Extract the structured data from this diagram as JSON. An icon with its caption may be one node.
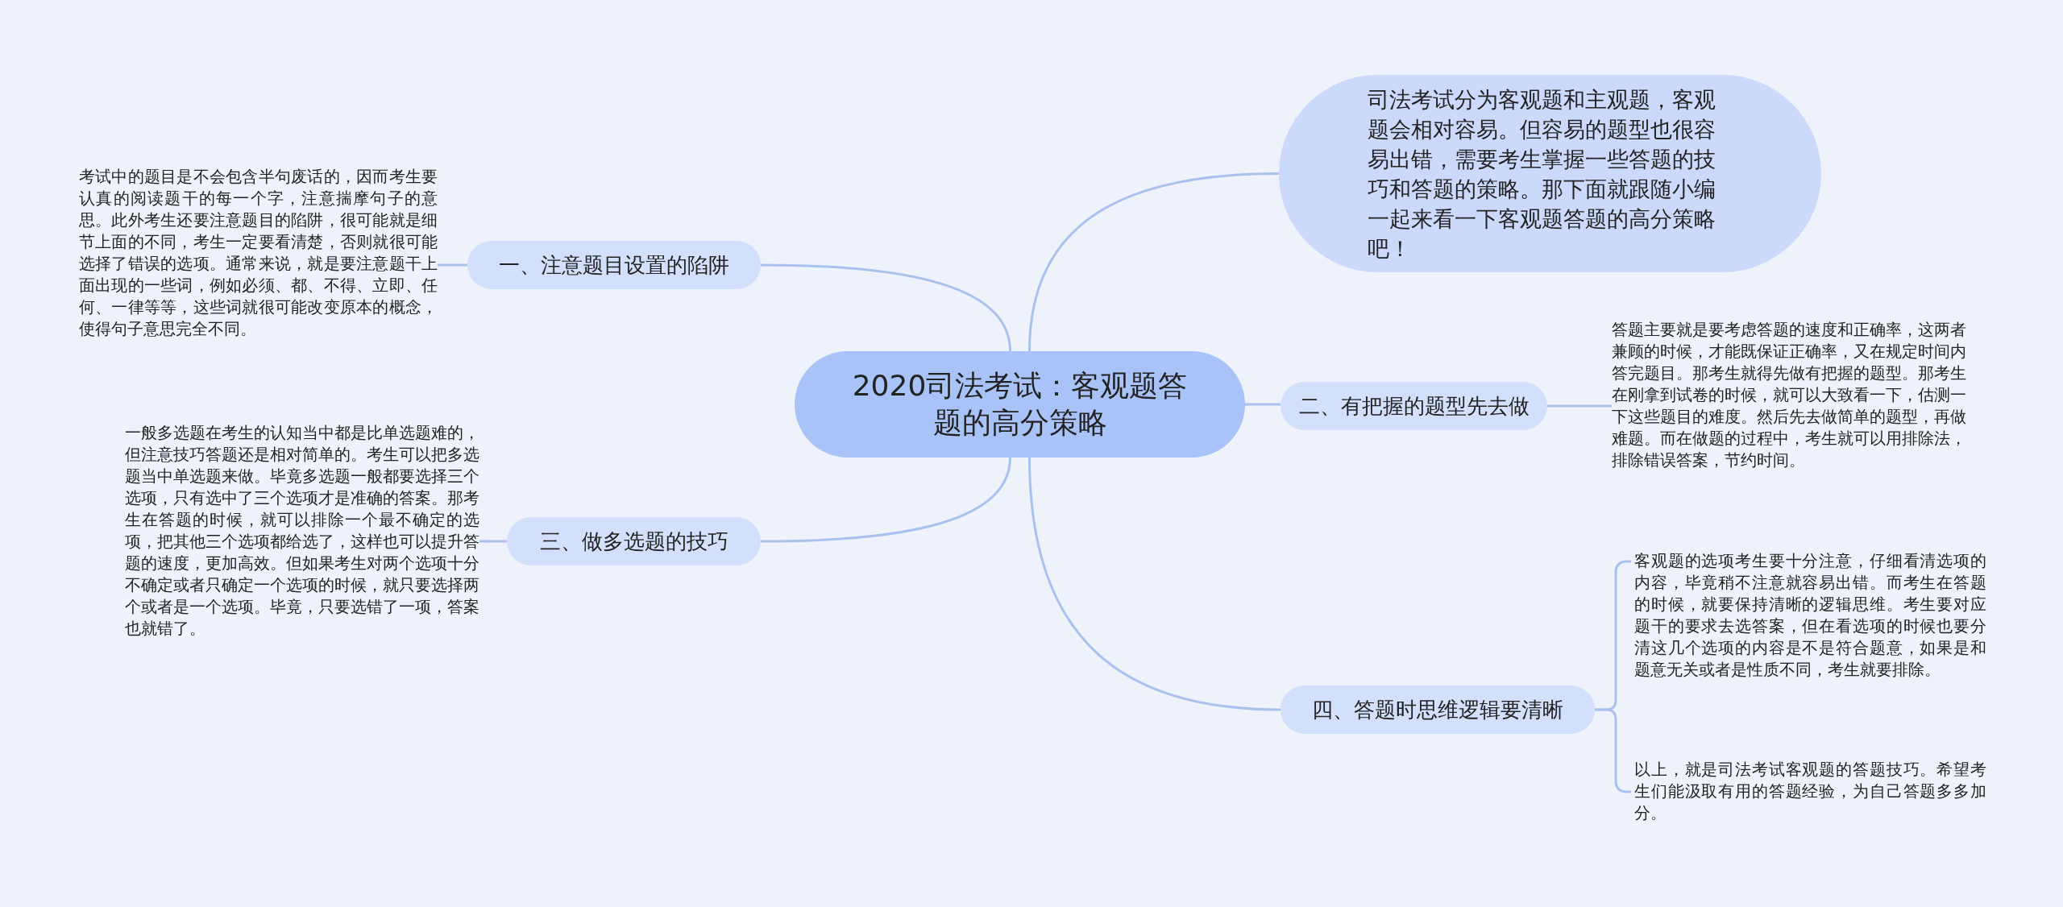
{
  "diagram": {
    "nodes": [
      {
        "text": [
          "2020司法考试：客观题答题的高分策略"
        ]
      },
      {
        "text": [
          "司法考试分为客观题和主观题，客观题会相对容易。但容易的题型也很容易出错，需要考生掌握一些答题的技巧和答题的策略。那下面就跟随小编一起来看一下客观题答题的高分策略吧！"
        ]
      },
      {
        "text": [
          "一、注意题目设置的陷阱"
        ]
      },
      {
        "text": [
          "考试中的题目是不会包含半句废话的，因而考生要认真的阅读题干的每一个字，注意揣摩句子的意思。此外考生还要注意题目的陷阱，很可能就是细节上面的不同，考生一定要看清楚，否则就很可能选择了错误的选项。通常来说，就是要注意题干上面出现的一些词，例如必须、都、不得、立即、任何、一律等等，这些词就很可能改变原本的概念，使得句子意思完全不同。"
        ]
      },
      {
        "text": [
          "二、有把握的题型先去做"
        ]
      },
      {
        "text": [
          "答题主要就是要考虑答题的速度和正确率，这两者兼顾的时候，才能既保证正确率，又在规定时间内答完题目。那考生就得先做有把握的题型。那考生在刚拿到试卷的时候，就可以大致看一下，估测一下这些题目的难度。然后先去做简单的题型，再做难题。而在做题的过程中，考生就可以用排除法，排除错误答案，节约时间。"
        ]
      },
      {
        "text": [
          "三、做多选题的技巧"
        ]
      },
      {
        "text": [
          "一般多选题在考生的认知当中都是比单选题难的，但注意技巧答题还是相对简单的。考生可以把多选题当中单选题来做。毕竟多选题一般都要选择三个选项，只有选中了三个选项才是准确的答案。那考生在答题的时候，就可以排除一个最不确定的选项，把其他三个选项都给选了，这样也可以提升答题的速度，更加高效。但如果考生对两个选项十分不确定或者只确定一个选项的时候，就只要选择两个或者是一个选项。毕竟，只要选错了一项，答案也就错了。"
        ]
      },
      {
        "text": [
          "四、答题时思维逻辑要清晰"
        ]
      },
      {
        "text": [
          "客观题的选项考生要十分注意，仔细看清选项的内容，毕竟稍不注意就容易出错。而考生在答题的时候，就要保持清晰的逻辑思维。考生要对应题干的要求去选答案，但在看选项的时候也要分清这几个选项的内容是不是符合题意，如果是和题意无关或者是性质不同，考生就要排除。"
        ]
      },
      {
        "text": [
          "以上，就是司法考试客观题的答题技巧。希望考生们能汲取有用的答题经验，为自己答题多多加分。"
        ]
      }
    ],
    "edges": [
      {
        "from": 0,
        "to": 1,
        "arrow": "none"
      },
      {
        "from": 0,
        "to": 2,
        "arrow": "none"
      },
      {
        "from": 2,
        "to": 3,
        "arrow": "none"
      },
      {
        "from": 0,
        "to": 4,
        "arrow": "none"
      },
      {
        "from": 4,
        "to": 5,
        "arrow": "none"
      },
      {
        "from": 0,
        "to": 6,
        "arrow": "none"
      },
      {
        "from": 6,
        "to": 7,
        "arrow": "none"
      },
      {
        "from": 0,
        "to": 8,
        "arrow": "none"
      },
      {
        "from": 8,
        "to": 9,
        "arrow": "none"
      },
      {
        "from": 8,
        "to": 10,
        "arrow": "none"
      }
    ]
  }
}
